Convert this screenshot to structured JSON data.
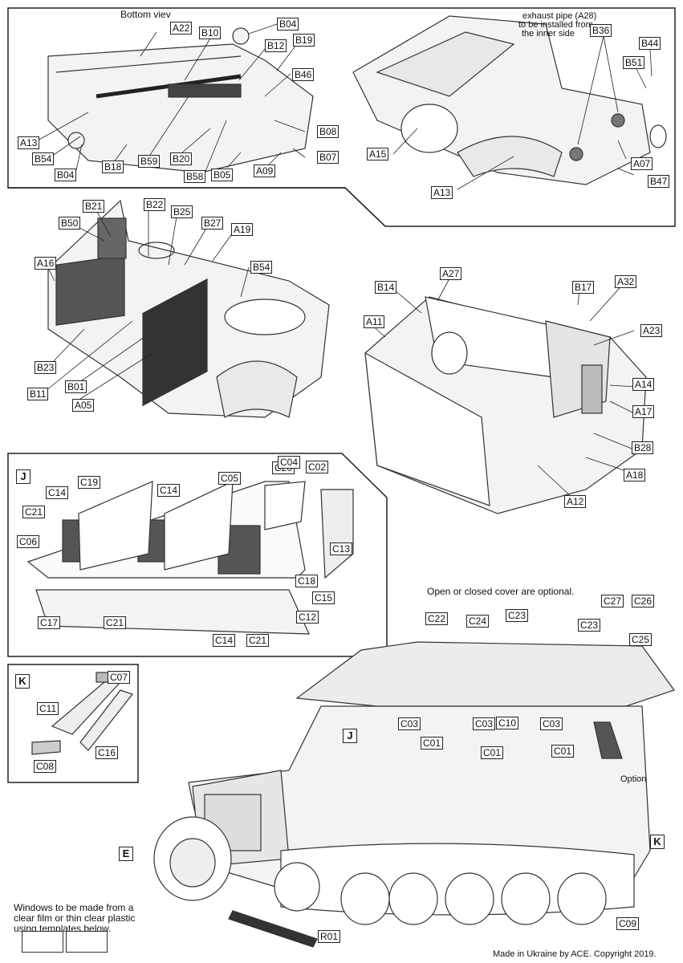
{
  "notes": {
    "bottom_view": "Bottom viev",
    "exhaust": [
      "exhaust pipe (A28)",
      "to be installed from",
      "the inner side"
    ],
    "cover_optional": "Open or closed cover are optional.",
    "option": "Option",
    "windows": [
      "Windows to be made from a",
      "clear film or thin clear plastic",
      "using templates below."
    ],
    "copyright": "Made in Ukraine by ACE. Copyright 2019."
  },
  "sections": {
    "J": "J",
    "J2": "J",
    "K": "K",
    "K2": "K",
    "E": "E"
  },
  "parts": {
    "panel1": [
      "A22",
      "B10",
      "B04",
      "B12",
      "B19",
      "B46",
      "A13",
      "B54",
      "B04",
      "B18",
      "B59",
      "B20",
      "B58",
      "B05",
      "A09",
      "B08",
      "B07"
    ],
    "panel2": [
      "B36",
      "B44",
      "B51",
      "A15",
      "A13",
      "A07",
      "B47"
    ],
    "panel3": [
      "B21",
      "B22",
      "B25",
      "B50",
      "B27",
      "A19",
      "A16",
      "B54",
      "B23",
      "B11",
      "B01",
      "A05"
    ],
    "panel4": [
      "A27",
      "B14",
      "B17",
      "A32",
      "A11",
      "A23",
      "A14",
      "A17",
      "B28",
      "A18",
      "A12"
    ],
    "panel5": [
      "C20",
      "C04",
      "C02",
      "C19",
      "C14",
      "C05",
      "C14",
      "C21",
      "C06",
      "C13",
      "C18",
      "C15",
      "C12",
      "C17",
      "C21",
      "C14",
      "C21"
    ],
    "panel6": [
      "C07",
      "C11",
      "C16",
      "C08"
    ],
    "panel7": [
      "C27",
      "C26",
      "C22",
      "C24",
      "C23",
      "C23",
      "C25",
      "C03",
      "C03",
      "C10",
      "C03",
      "C01",
      "C01",
      "C01",
      "C09",
      "R01"
    ]
  }
}
